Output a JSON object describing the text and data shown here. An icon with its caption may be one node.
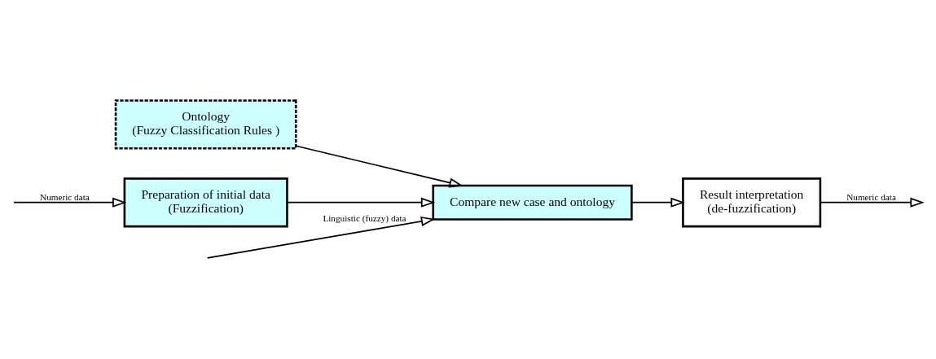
{
  "diagram": {
    "nodes": [
      {
        "text": [
          "Ontology",
          "(Fuzzy Classification Rules )"
        ]
      },
      {
        "text": [
          "Preparation of initial data",
          "(Fuzzification)"
        ]
      },
      {
        "text": [
          "Compare new case and ontology"
        ]
      },
      {
        "text": [
          "Result interpretation",
          "(de-fuzzification)"
        ]
      }
    ],
    "edges": [
      {
        "from": null,
        "to": 1,
        "arrow": "to",
        "label": "Numeric data"
      },
      {
        "from": 0,
        "to": 2,
        "arrow": "to"
      },
      {
        "from": 1,
        "to": 2,
        "arrow": "to"
      },
      {
        "from": null,
        "to": 2,
        "arrow": "to",
        "label": "Linguistic (fuzzy) data"
      },
      {
        "from": 2,
        "to": 3,
        "arrow": "to"
      },
      {
        "from": 3,
        "to": null,
        "arrow": "to",
        "label": "Numeric data"
      }
    ]
  }
}
